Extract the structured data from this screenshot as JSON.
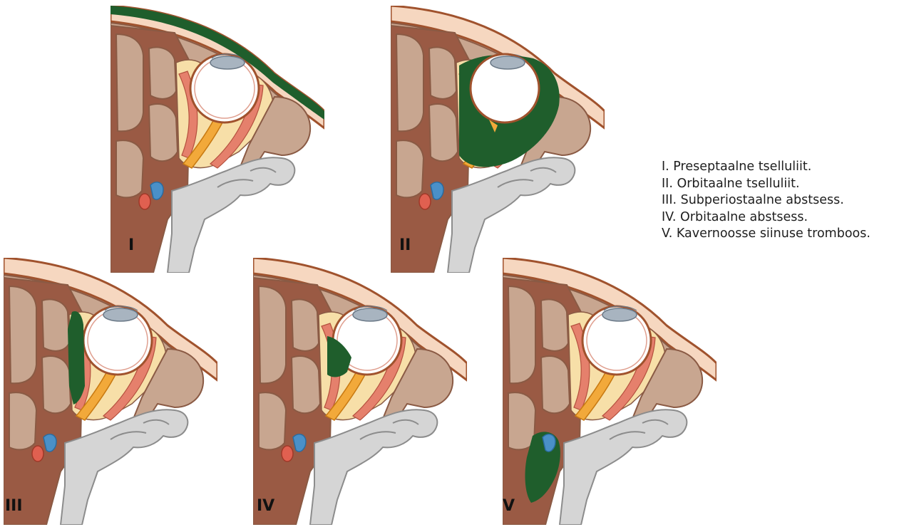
{
  "colors": {
    "infection": "#1f5e2c",
    "skin_outer": "#a0522d",
    "skin_fill": "#f6d7c0",
    "bone": "#c8a690",
    "bone_dark": "#8a5a44",
    "sinus_tissue": "#9a5a44",
    "muscle": "#e5806c",
    "fat": "#f7dfa8",
    "optic_nerve": "#f2a93a",
    "brain": "#d5d5d5",
    "vein_blue": "#4a90c8",
    "artery_red": "#e06050"
  },
  "panels": [
    {
      "label": "I",
      "infection_region": "preseptal-skin"
    },
    {
      "label": "II",
      "infection_region": "orbit"
    },
    {
      "label": "III",
      "infection_region": "subperiosteal"
    },
    {
      "label": "IV",
      "infection_region": "intraorbital"
    },
    {
      "label": "V",
      "infection_region": "cavernous-sinus"
    }
  ],
  "legend": [
    "I. Preseptaalne tselluliit.",
    "II. Orbitaalne tselluliit.",
    "III. Subperiostaalne abstsess.",
    "IV. Orbitaalne abstsess.",
    "V. Kavernoosse siinuse tromboos."
  ]
}
